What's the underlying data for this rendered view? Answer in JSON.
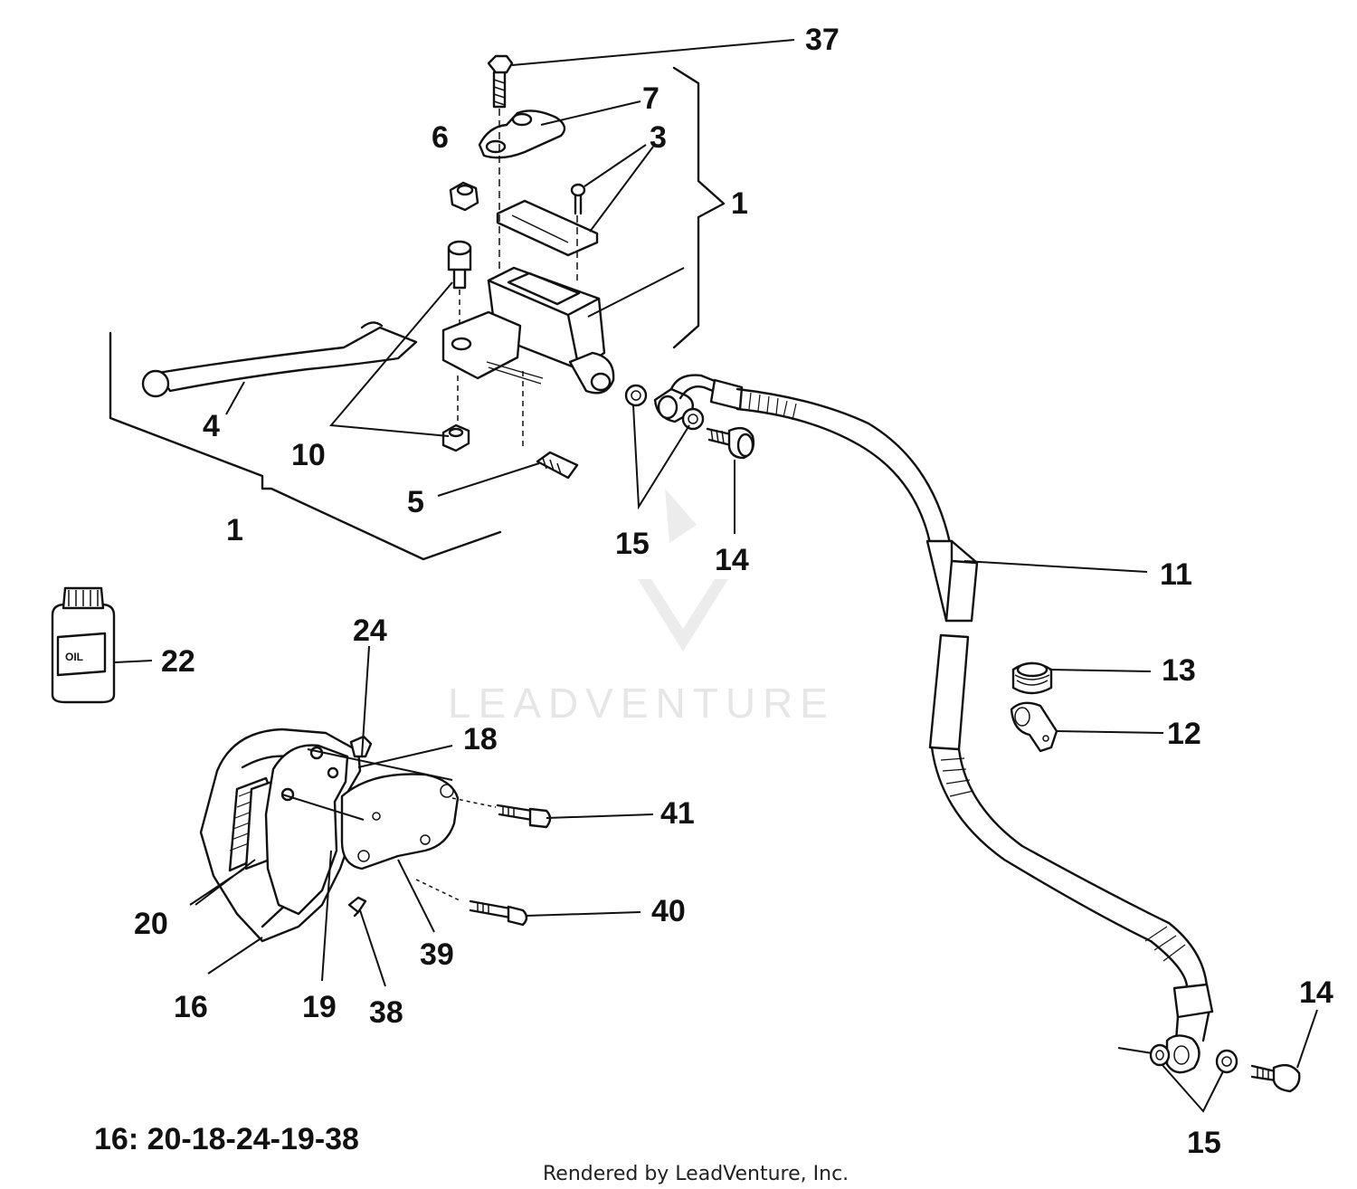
{
  "watermark": {
    "text": "LEADVENTURE"
  },
  "callouts": {
    "c37": "37",
    "c7": "7",
    "c6": "6",
    "c3": "3",
    "c1_top": "1",
    "c4": "4",
    "c10": "10",
    "c5": "5",
    "c1_left": "1",
    "c15_top": "15",
    "c14_top": "14",
    "c11": "11",
    "c22": "22",
    "c24": "24",
    "c18": "18",
    "c41": "41",
    "c13": "13",
    "c12": "12",
    "c20": "20",
    "c40": "40",
    "c39": "39",
    "c16": "16",
    "c19": "19",
    "c38": "38",
    "c14_bottom": "14",
    "c15_bottom": "15"
  },
  "oil_bottle_label": "OIL",
  "kit_formula": "16: 20-18-24-19-38",
  "footer_credit": "Rendered by LeadVenture, Inc."
}
